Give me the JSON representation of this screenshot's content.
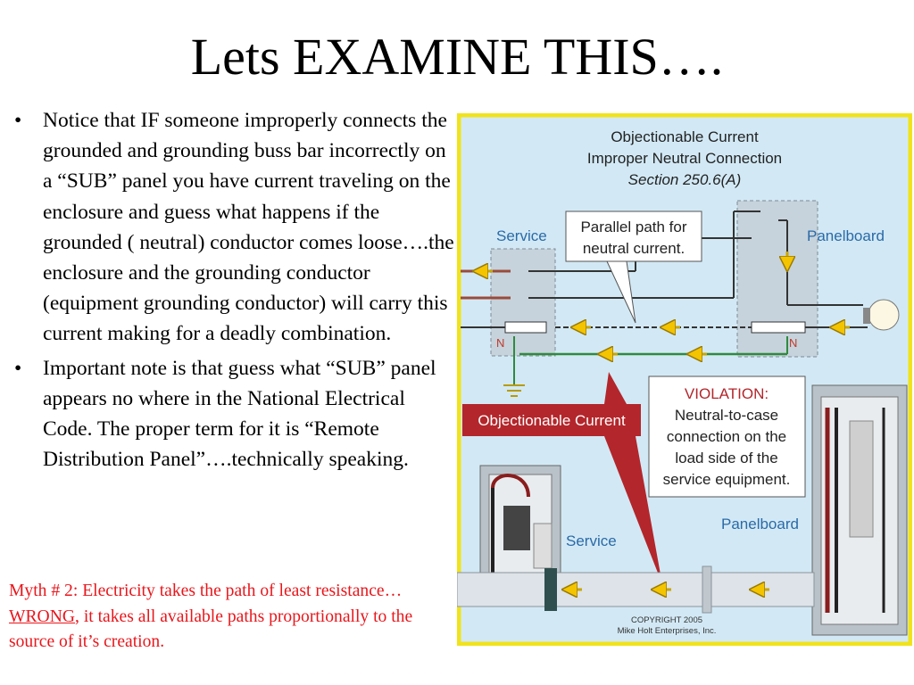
{
  "slide": {
    "title": "Lets EXAMINE THIS….",
    "bullets": [
      "Notice that IF someone improperly connects the grounded and grounding buss bar incorrectly on a “SUB” panel you have current traveling on the enclosure and guess what happens if the grounded ( neutral) conductor comes loose….the enclosure and the grounding conductor (equipment grounding conductor) will carry this current making for a deadly combination.",
      "Important note is that guess what “SUB” panel appears no where in the National Electrical Code. The proper term for it is “Remote Distribution Panel”….technically speaking."
    ],
    "bullet_symbol": "•",
    "myth": {
      "before": "Myth # 2: Electricity takes the path of least resistance…",
      "underlined": "WRONG",
      "after": ", it takes all available paths proportionally to the source of it’s creation."
    },
    "myth_color": "#e8161b"
  },
  "figure": {
    "title_line1": "Objectionable Current",
    "title_line2": "Improper Neutral Connection",
    "title_line3": "Section 250.6(A)",
    "service_label_top": "Service",
    "panelboard_label_top": "Panelboard",
    "callout_parallel_line1": "Parallel path for",
    "callout_parallel_line2": "neutral current.",
    "neutral_label_left": "N",
    "neutral_label_right": "N",
    "objectionable_banner": "Objectionable Current",
    "violation_title": "VIOLATION:",
    "violation_line1": "Neutral-to-case",
    "violation_line2": "connection on the",
    "violation_line3": "load side of the",
    "violation_line4": "service equipment.",
    "service_label_bottom": "Service",
    "panelboard_label_bottom": "Panelboard",
    "copyright_line1": "COPYRIGHT 2005",
    "copyright_line2": "Mike Holt Enterprises, Inc.",
    "colors": {
      "frame": "#f1e31a",
      "background": "#d2e9f5",
      "accent_red": "#b3262b",
      "label_blue": "#2a6aa8"
    }
  }
}
